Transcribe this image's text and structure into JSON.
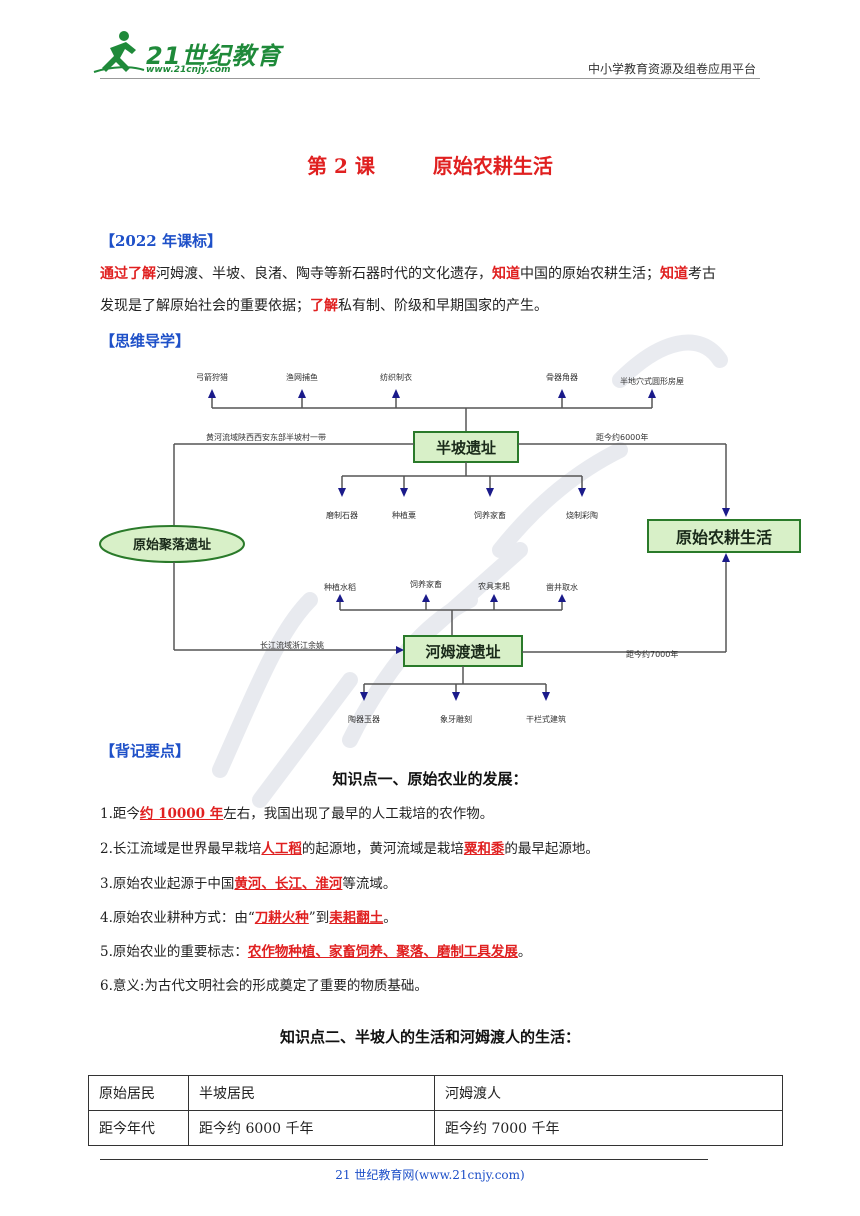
{
  "header": {
    "logo_text": "21世纪教育",
    "logo_url": "www.21cnjy.com",
    "platform": "中小学教育资源及组卷应用平台"
  },
  "title": {
    "lesson": "第 2 课",
    "name": "原始农耕生活"
  },
  "curriculum": {
    "heading": "【2022 年课标】",
    "p1": "通过了解",
    "p2": "河姆渡、半坡、良渚、陶寺等新石器时代的文化遗存，",
    "p3": "知道",
    "p4": "中国的原始农耕生活；",
    "p5": "知道",
    "p6": "考古",
    "p7": "发现是了解原始社会的重要依据；",
    "p8": "了解",
    "p9": "私有制、阶级和早期国家的产生。"
  },
  "mindmap": {
    "heading": "【思维导学】",
    "root": "原始聚落遗址",
    "target": "原始农耕生活",
    "banpo": {
      "name": "半坡遗址",
      "left_label": "黄河流域陕西西安东部半坡村一带",
      "right_label": "距今约6000年",
      "top": [
        "弓箭狩猎",
        "渔网捕鱼",
        "纺织制衣",
        "骨器角器",
        "半地穴式圆形房屋"
      ],
      "bottom": [
        "磨制石器",
        "种植粟",
        "饲养家畜",
        "烧制彩陶"
      ]
    },
    "hemudu": {
      "name": "河姆渡遗址",
      "left_label": "长江流域浙江余姚",
      "right_label": "距今约7000年",
      "top": [
        "种植水稻",
        "饲养家畜",
        "农具耒耜",
        "凿井取水"
      ],
      "bottom": [
        "陶器玉器",
        "象牙雕刻",
        "干栏式建筑"
      ]
    }
  },
  "keypoints": {
    "heading": "【背记要点】",
    "kp1_title": "知识点一、原始农业的发展：",
    "items": [
      {
        "pre": "1.距今",
        "hl": "约 10000 年",
        "post": "左右，我国出现了最早的人工栽培的农作物。"
      },
      {
        "pre": "2.长江流域是世界最早栽培",
        "hl": "人工稻",
        "mid": "的起源地，黄河流域是栽培",
        "hl2": "粟和黍",
        "post": "的最早起源地。"
      },
      {
        "pre": "3.原始农业起源于中国",
        "hl": "黄河、长江、淮河",
        "post": "等流域。"
      },
      {
        "pre": "4.原始农业耕种方式：由“",
        "hl": "刀耕火种",
        "mid": "”到",
        "hl2": "耒耜翻土",
        "post": "。"
      },
      {
        "pre": "5.原始农业的重要标志：",
        "hl": "农作物种植、家畜饲养、聚落、磨制工具发展",
        "post": "。"
      },
      {
        "pre": "6.意义:为古代文明社会的形成奠定了重要的物质基础。"
      }
    ],
    "kp2_title": "知识点二、半坡人的生活和河姆渡人的生活："
  },
  "table": {
    "rows": [
      [
        "原始居民",
        "半坡居民",
        "河姆渡人"
      ],
      [
        "距今年代",
        "距今约 6000 千年",
        "距今约 7000 千年"
      ]
    ]
  },
  "footer": {
    "text": "21 世纪教育网(www.21cnjy.com)"
  }
}
